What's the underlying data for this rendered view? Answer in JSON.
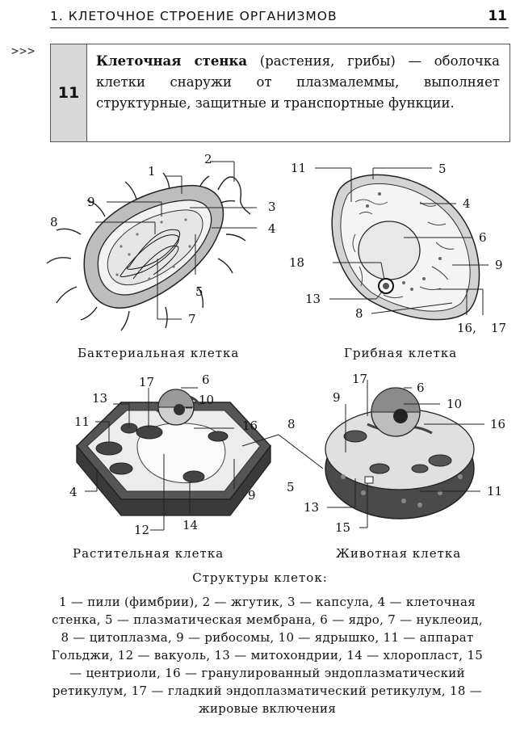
{
  "header": {
    "title": "1. КЛЕТОЧНОЕ СТРОЕНИЕ ОРГАНИЗМОВ",
    "page_number": "11"
  },
  "nav_marker": ">>>",
  "info_box": {
    "number": "11",
    "term": "Клеточная стенка",
    "text": " (растения, грибы) — оболочка клетки снаружи от плазмалеммы, выполняет структурные, защитные и транспортные функции."
  },
  "figures": {
    "bacterial": {
      "caption": "Бактериальная клетка",
      "labels": [
        "1",
        "2",
        "9",
        "3",
        "8",
        "4",
        "5",
        "7"
      ]
    },
    "fungal": {
      "caption": "Грибная клетка",
      "labels": [
        "11",
        "5",
        "4",
        "6",
        "18",
        "9",
        "13",
        "8",
        "16,",
        "17"
      ]
    },
    "plant": {
      "caption": "Растительная клетка",
      "labels": [
        "17",
        "6",
        "13",
        "10",
        "11",
        "16",
        "8",
        "4",
        "5",
        "9",
        "12",
        "14"
      ]
    },
    "animal": {
      "caption": "Животная клетка",
      "labels": [
        "17",
        "6",
        "9",
        "10",
        "16",
        "11",
        "13",
        "15"
      ]
    }
  },
  "legend": {
    "title": "Структуры клеток:",
    "items": [
      "1 — пили (фимбрии),",
      "2 — жгутик,",
      "3 — капсула,",
      "4 — клеточная стенка,",
      "5 — плазматическая мембрана,",
      "6 — ядро,",
      "7 — нуклеоид,",
      "8 — цитоплазма,",
      "9 — рибосомы,",
      "10 — ядрышко,",
      "11 — аппарат Гольджи,",
      "12 — вакуоль,",
      "13 — митохондрии,",
      "14 — хлоропласт,",
      "15 — центриоли,",
      "16 — гранулированный эндоплазматический ретикулум,",
      "17 — гладкий эндоплазматический ретикулум,",
      "18 — жировые включения"
    ]
  }
}
